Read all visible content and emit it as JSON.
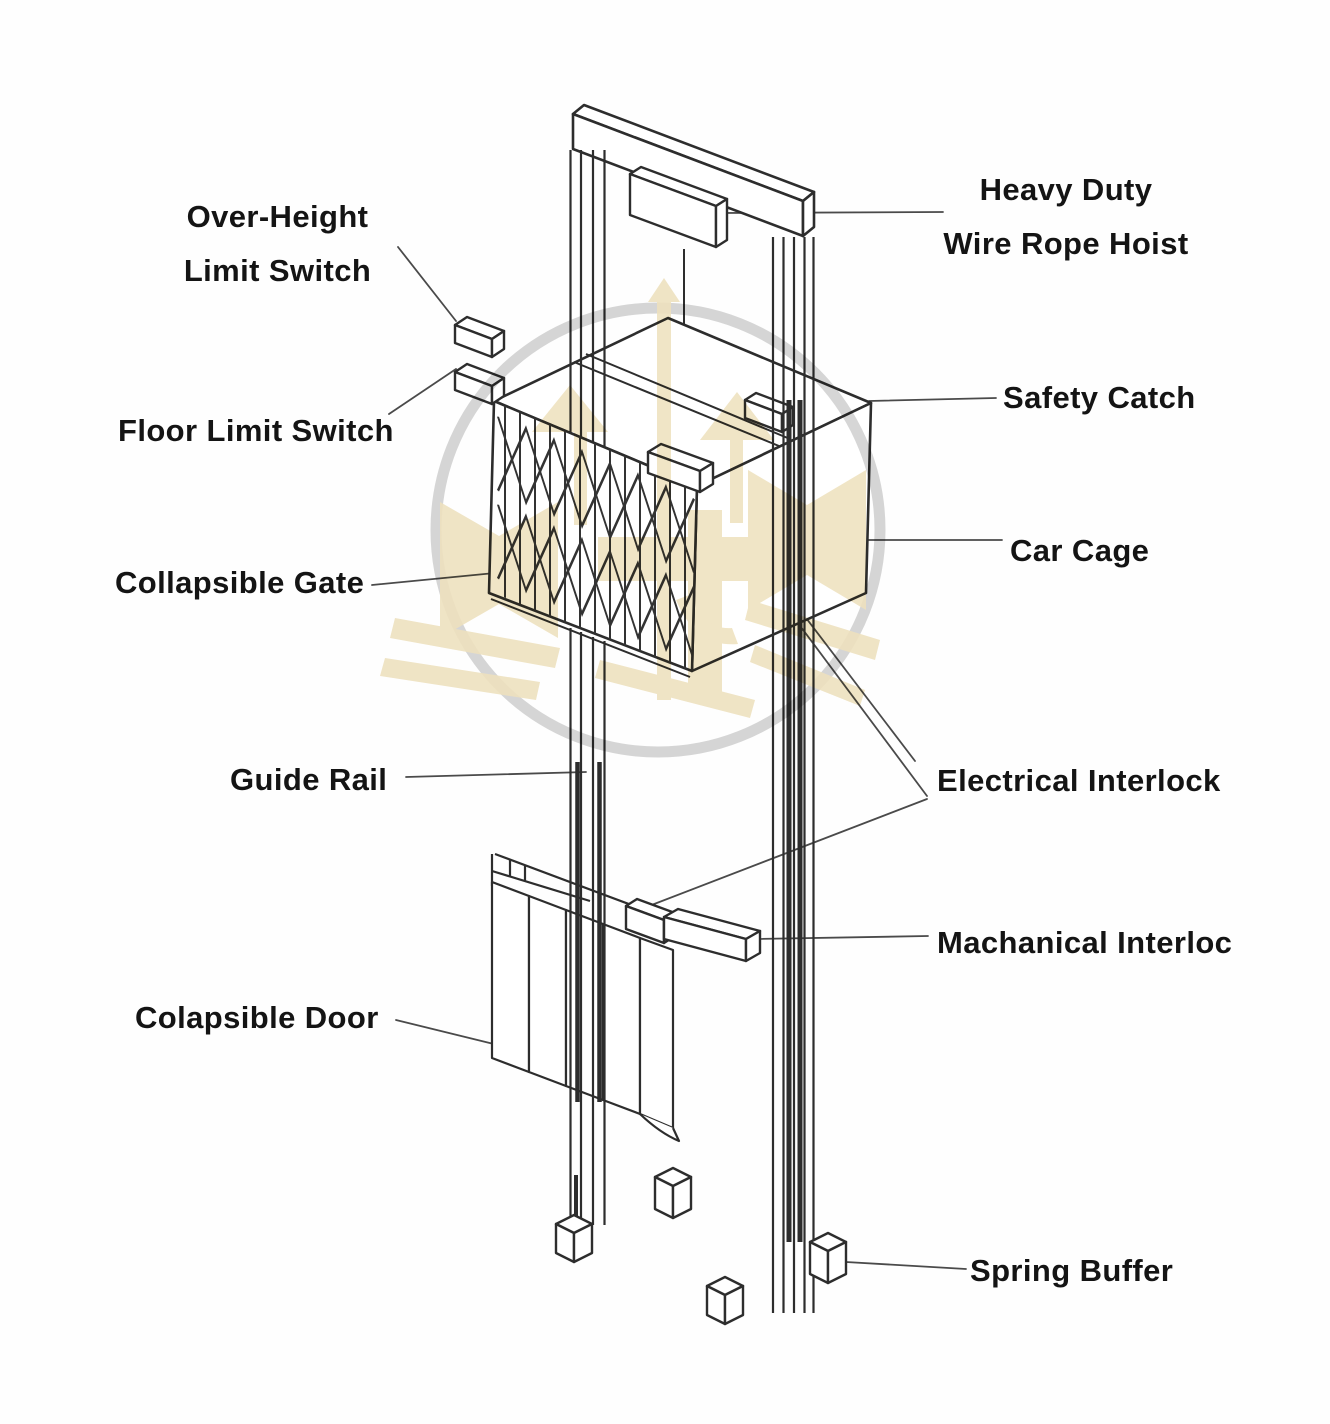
{
  "diagram": {
    "labels": {
      "over_height_limit_switch": {
        "line1": "Over-Height",
        "line2": "Limit Switch"
      },
      "floor_limit_switch": {
        "text": "Floor Limit Switch"
      },
      "collapsible_gate": {
        "text": "Collapsible Gate"
      },
      "guide_rail": {
        "text": "Guide Rail"
      },
      "colapsible_door": {
        "text": "Colapsible Door"
      },
      "heavy_duty_wire_rope_hoist": {
        "line1": "Heavy Duty",
        "line2": "Wire Rope Hoist"
      },
      "safety_catch": {
        "text": "Safety Catch"
      },
      "car_cage": {
        "text": "Car Cage"
      },
      "electrical_interlock": {
        "text": "Electrical Interlock"
      },
      "machanical_interlock": {
        "text": "Machanical Interloc"
      },
      "spring_buffer": {
        "text": "Spring Buffer"
      }
    },
    "colors": {
      "line": "#2d2d2d",
      "leader": "#4a4a4a",
      "label_text": "#141414",
      "watermark_ring": "#cfcfcf",
      "watermark_logo": "#ecddb4",
      "background": "#ffffff"
    }
  }
}
